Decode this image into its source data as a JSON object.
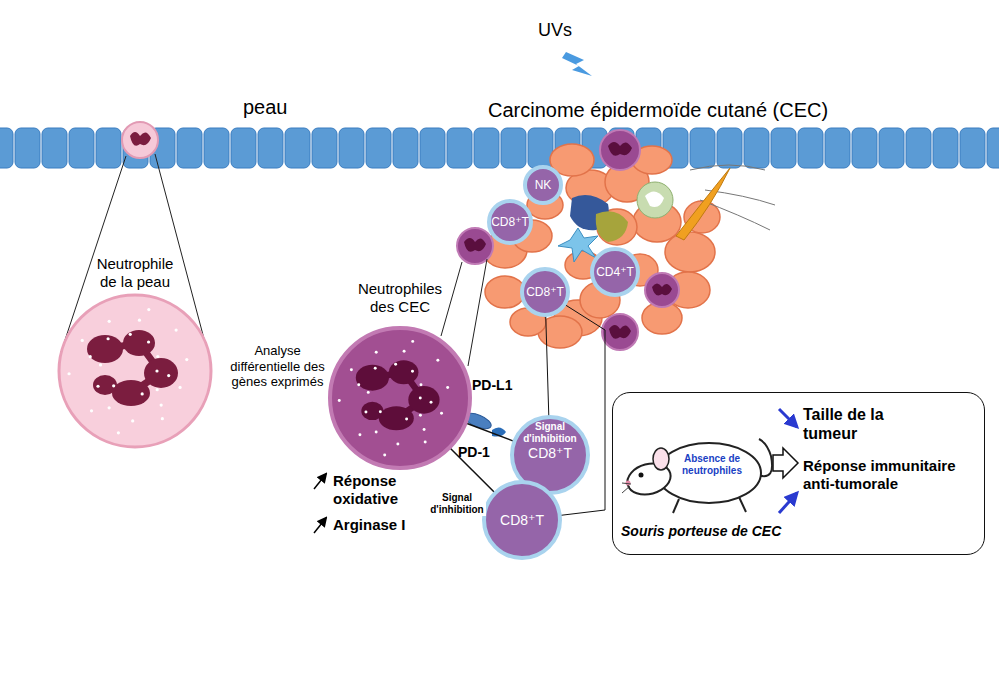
{
  "diagram": {
    "nodes": [
      {
        "text": [
          "Neutrophile de la peau"
        ]
      },
      {
        "text": [
          "Neutrophiles des CEC"
        ]
      },
      {
        "text": [
          "NK"
        ]
      },
      {
        "text": [
          "CD8⁺T"
        ]
      },
      {
        "text": [
          "CD8⁺T"
        ]
      },
      {
        "text": [
          "CD4⁺T"
        ]
      },
      {
        "text": [
          "CD8⁺T"
        ]
      },
      {
        "text": [
          "CD8⁺T"
        ]
      },
      {
        "text": [
          "Taille de la tumeur",
          "Réponse immunitaire anti-tumorale"
        ]
      },
      {
        "text": [
          "Absence de neutrophiles",
          "Souris porteuse de CEC"
        ],
        "in": 8
      }
    ],
    "edges": [
      {
        "from": 1,
        "to": 6,
        "arrow": "none",
        "label": "Signal d'inhibition"
      },
      {
        "from": 1,
        "to": 7,
        "arrow": "to",
        "label": "Signal d'inhibition"
      },
      {
        "from": 4,
        "to": 6,
        "arrow": "none"
      },
      {
        "from": 4,
        "to": 7,
        "arrow": "none"
      }
    ],
    "labels": [
      "UVs",
      "peau",
      "Carcinome épidermoïde cutané (CEC)",
      "Analyse différentielle des gènes exprimés",
      "PD-L1",
      "PD-1",
      "Réponse oxidative",
      "Arginase I"
    ]
  }
}
